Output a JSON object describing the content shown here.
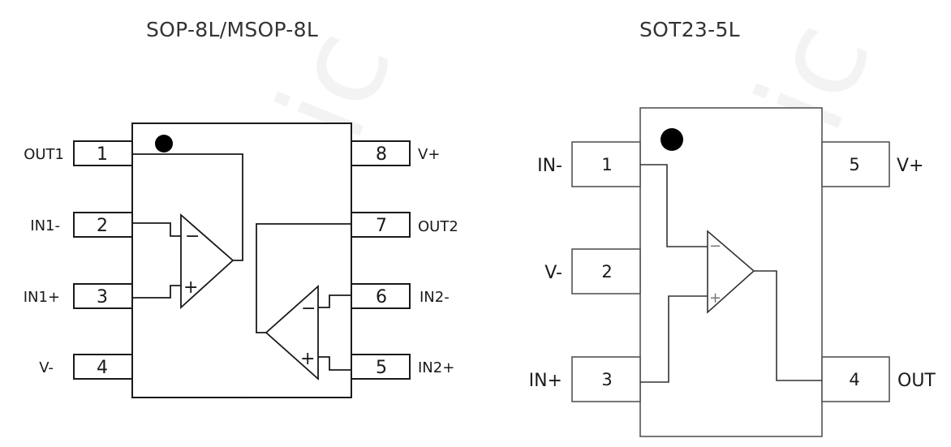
{
  "watermark": "awinic",
  "packages": [
    {
      "name": "SOP-8L/MSOP-8L",
      "pins": [
        {
          "number": "1",
          "label": "OUT1"
        },
        {
          "number": "2",
          "label": "IN1-"
        },
        {
          "number": "3",
          "label": "IN1+"
        },
        {
          "number": "4",
          "label": "V-"
        },
        {
          "number": "5",
          "label": "IN2+"
        },
        {
          "number": "6",
          "label": "IN2-"
        },
        {
          "number": "7",
          "label": "OUT2"
        },
        {
          "number": "8",
          "label": "V+"
        }
      ],
      "amplifiers": [
        {
          "minus": "−",
          "plus": "+"
        },
        {
          "minus": "−",
          "plus": "+"
        }
      ]
    },
    {
      "name": "SOT23-5L",
      "pins": [
        {
          "number": "1",
          "label": "IN-"
        },
        {
          "number": "2",
          "label": "V-"
        },
        {
          "number": "3",
          "label": "IN+"
        },
        {
          "number": "4",
          "label": "OUT"
        },
        {
          "number": "5",
          "label": "V+"
        }
      ],
      "amplifiers": [
        {
          "minus": "−",
          "plus": "+"
        }
      ]
    }
  ]
}
